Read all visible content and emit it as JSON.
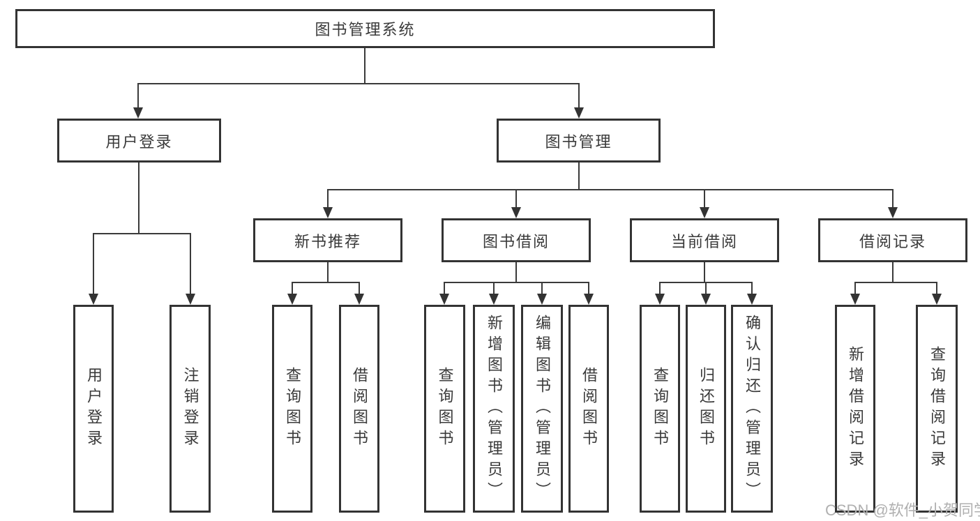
{
  "diagram": {
    "root": {
      "label": "图书管理系统"
    },
    "level2": [
      {
        "label": "用户登录"
      },
      {
        "label": "图书管理"
      }
    ],
    "level3": [
      {
        "label": "新书推荐"
      },
      {
        "label": "图书借阅"
      },
      {
        "label": "当前借阅"
      },
      {
        "label": "借阅记录"
      }
    ],
    "leaves": {
      "user_login": [
        "用户登录",
        "注销登录"
      ],
      "new_book_recommend": [
        "查询图书",
        "借阅图书"
      ],
      "book_borrow": [
        "查询图书",
        "新增图书（管理员）",
        "编辑图书（管理员）",
        "借阅图书"
      ],
      "current_borrow": [
        "查询图书",
        "归还图书",
        "确认归还（管理员）"
      ],
      "borrow_records": [
        "新增借阅记录",
        "查询借阅记录"
      ]
    }
  },
  "watermark": {
    "text": "CSDN @软件_小贺同学"
  },
  "colors": {
    "box_border": "#333333",
    "connector": "#3a3a3a",
    "text": "#3a3a3a",
    "watermark": "#b0b0b0",
    "background": "#ffffff"
  }
}
